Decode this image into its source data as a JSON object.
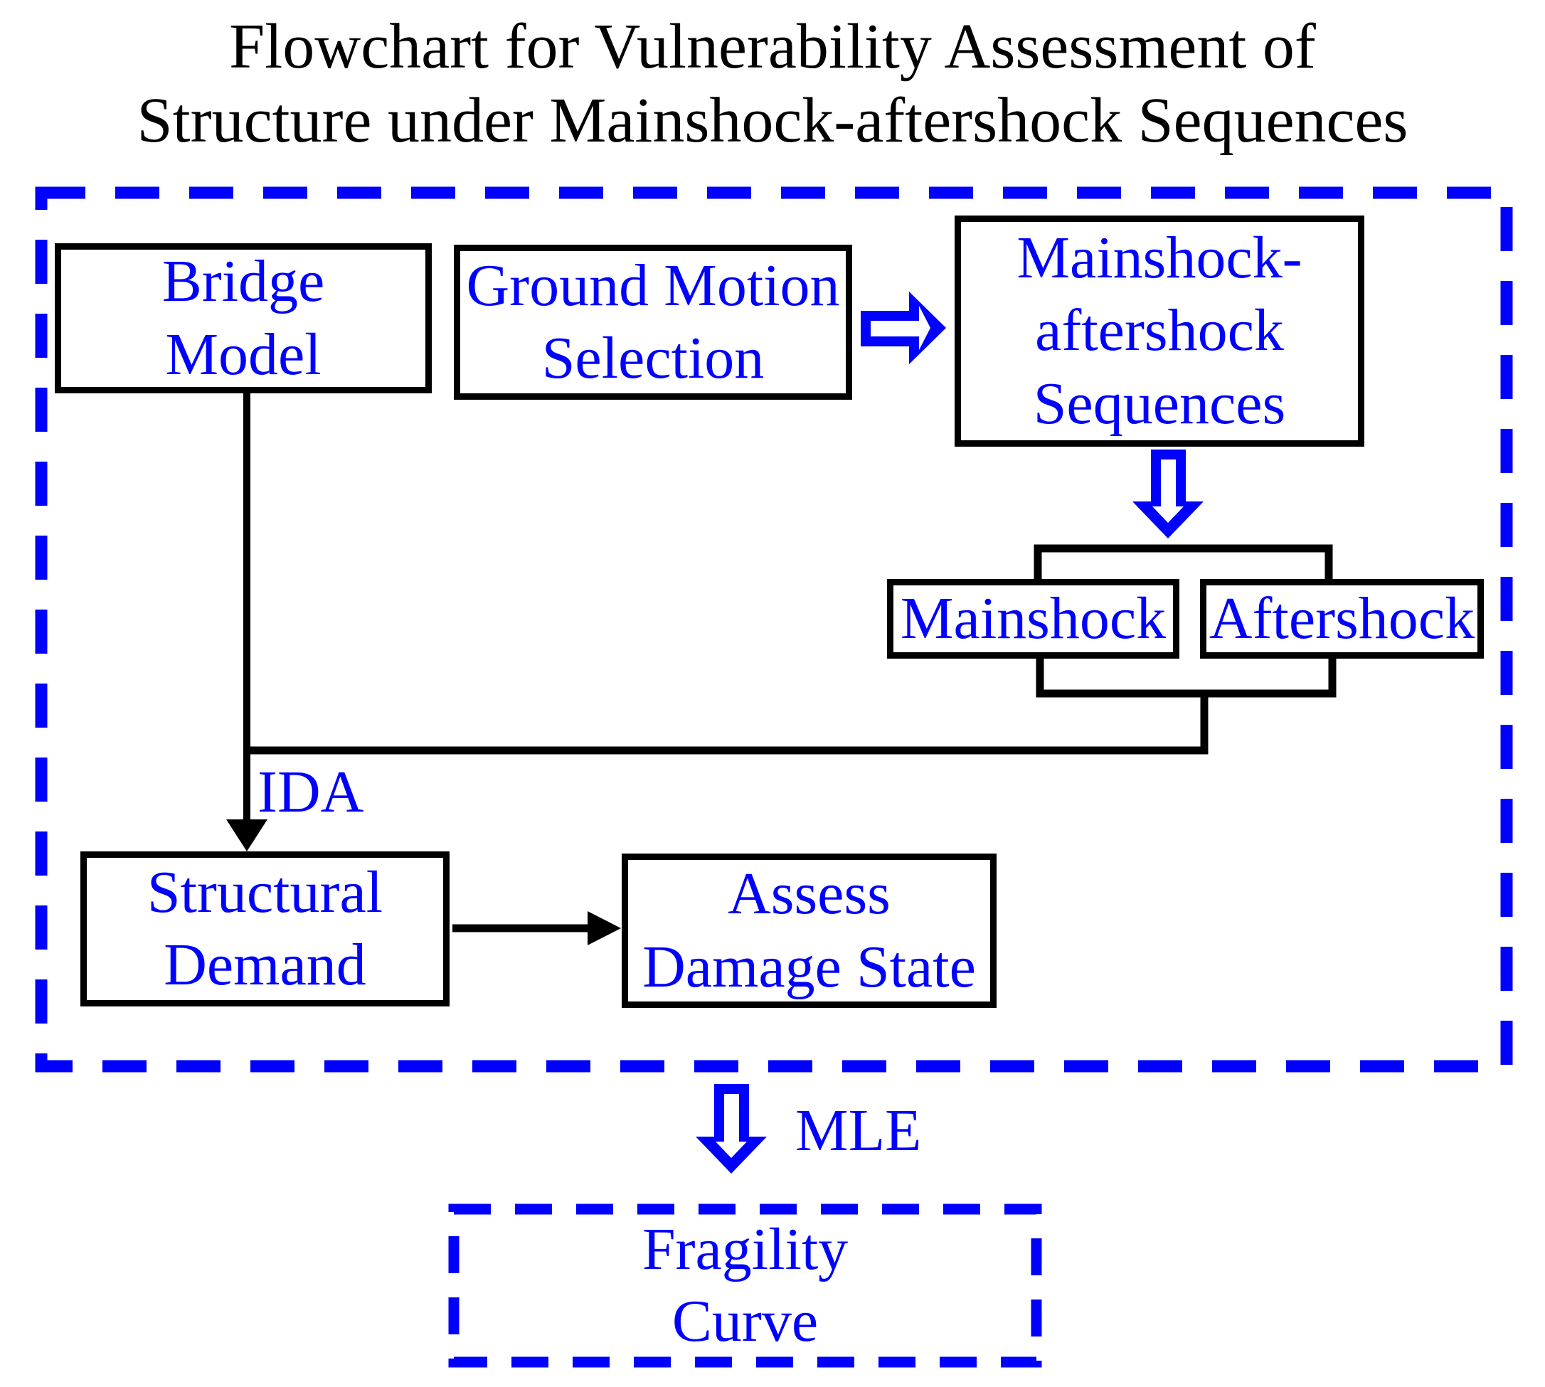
{
  "title": {
    "lines": [
      "Flowchart for Vulnerability Assessment of",
      "Structure under Mainshock-aftershock Sequences"
    ]
  },
  "colors": {
    "accent_blue": "#0000ff",
    "line_black": "#000000",
    "background": "#ffffff"
  },
  "flowchart": {
    "boxes": {
      "bridge_model": {
        "label": [
          "Bridge",
          "Model"
        ]
      },
      "ground_motion_selection": {
        "label": [
          "Ground Motion",
          "Selection"
        ]
      },
      "mainshock_aftershock_sequences": {
        "label": [
          "Mainshock-",
          "aftershock",
          "Sequences"
        ]
      },
      "mainshock": {
        "label": "Mainshock"
      },
      "aftershock": {
        "label": "Aftershock"
      },
      "structural_demand": {
        "label": [
          "Structural",
          "Demand"
        ]
      },
      "assess_damage_state": {
        "label": [
          "Assess",
          "Damage State"
        ]
      },
      "fragility_curve": {
        "label": [
          "Fragility",
          "Curve"
        ]
      }
    },
    "edge_labels": {
      "ida": "IDA",
      "mle": "MLE"
    }
  }
}
